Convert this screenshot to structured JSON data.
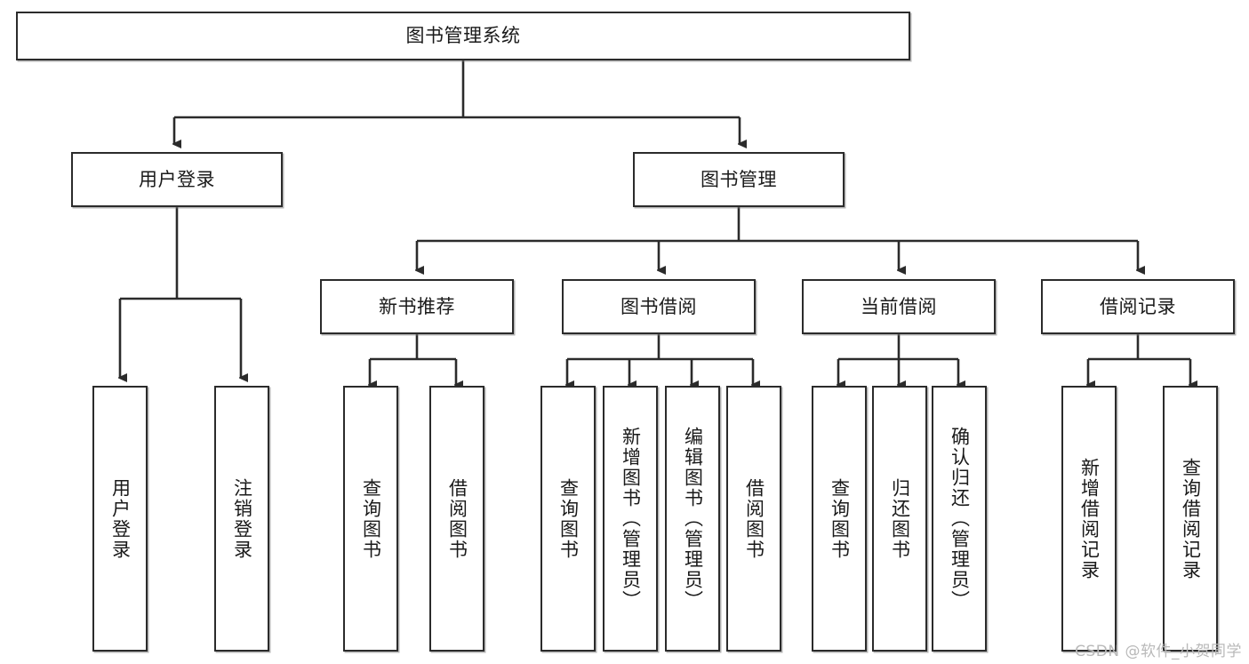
{
  "diagram": {
    "title": "图书管理系统",
    "root": {
      "label": "图书管理系统"
    },
    "level2": [
      {
        "label": "用户登录"
      },
      {
        "label": "图书管理"
      }
    ],
    "level3": [
      {
        "label": "新书推荐"
      },
      {
        "label": "图书借阅"
      },
      {
        "label": "当前借阅"
      },
      {
        "label": "借阅记录"
      }
    ],
    "leaves": {
      "user_login": [
        {
          "label": "用户登录"
        },
        {
          "label": "注销登录"
        }
      ],
      "new_book_recommend": [
        {
          "label": "查询图书"
        },
        {
          "label": "借阅图书"
        }
      ],
      "book_borrow": [
        {
          "label": "查询图书"
        },
        {
          "label": "新增图书（管理员）"
        },
        {
          "label": "编辑图书（管理员）"
        },
        {
          "label": "借阅图书"
        }
      ],
      "current_borrow": [
        {
          "label": "查询图书"
        },
        {
          "label": "归还图书"
        },
        {
          "label": "确认归还（管理员）"
        }
      ],
      "borrow_record": [
        {
          "label": "新增借阅记录"
        },
        {
          "label": "查询借阅记录"
        }
      ]
    }
  },
  "watermark": {
    "text": "CSDN @软件_小贺同学"
  },
  "colors": {
    "border": "#2b2b2b",
    "background": "#ffffff",
    "text": "#1a1a1a",
    "watermark": "#b9b9b9"
  }
}
